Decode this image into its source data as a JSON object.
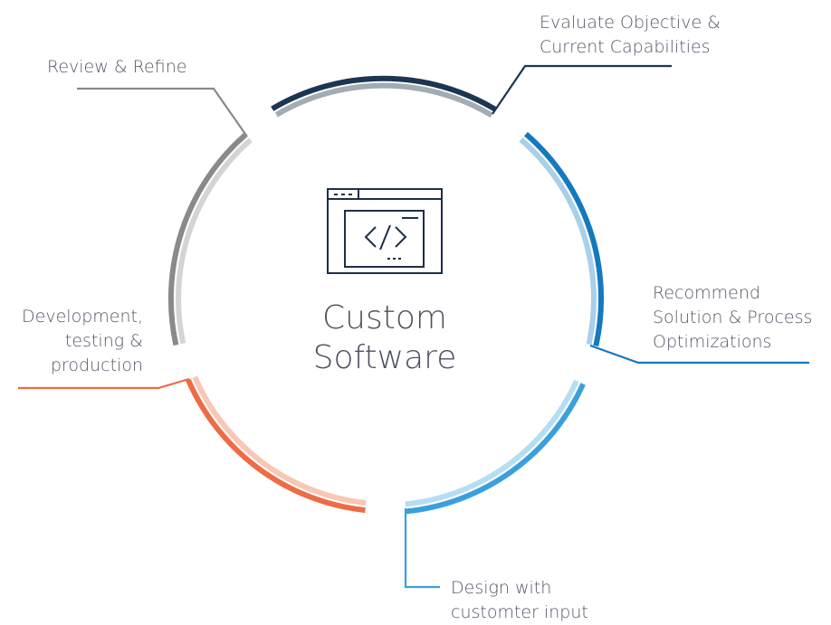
{
  "center": {
    "title_line1": "Custom",
    "title_line2": "Software",
    "icon": "code-window-icon"
  },
  "stages": [
    {
      "id": "evaluate",
      "line1": "Evaluate Objective &",
      "line2": "Current Capabilities",
      "line3": "",
      "color": "#1c3553",
      "light": "#a3abb5"
    },
    {
      "id": "recommend",
      "line1": "Recommend",
      "line2": "Solution & Process",
      "line3": "Optimizations",
      "color": "#1579bf",
      "light": "#a9cfe9"
    },
    {
      "id": "design",
      "line1": "Design with",
      "line2": "customter input",
      "line3": "",
      "color": "#3aa0dd",
      "light": "#b6def3"
    },
    {
      "id": "development",
      "line1": "Development,",
      "line2": "testing &",
      "line3": "production",
      "color": "#ee6c45",
      "light": "#f8c7b5"
    },
    {
      "id": "review",
      "line1": "Review & Refine",
      "line2": "",
      "line3": "",
      "color": "#8a8a8a",
      "light": "#d4d4d4"
    }
  ]
}
